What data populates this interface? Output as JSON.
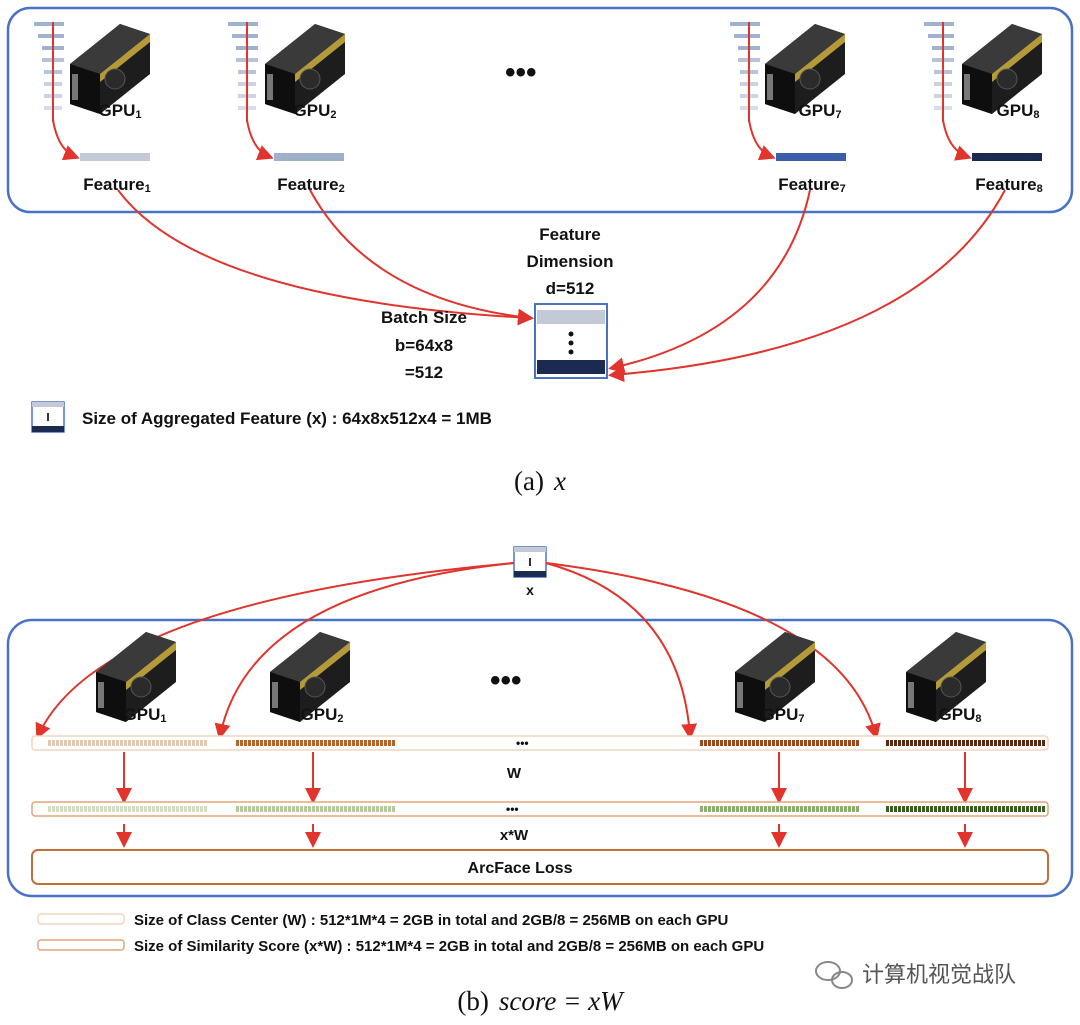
{
  "panel_a": {
    "gpus": [
      {
        "label": "GPU",
        "sub": "1",
        "feature": "Feature",
        "feature_sub": "1",
        "feature_color": "#c3cad6"
      },
      {
        "label": "GPU",
        "sub": "2",
        "feature": "Feature",
        "feature_sub": "2",
        "feature_color": "#9fb0c9"
      },
      {
        "label": "GPU",
        "sub": "7",
        "feature": "Feature",
        "feature_sub": "7",
        "feature_color": "#3a5ea8"
      },
      {
        "label": "GPU",
        "sub": "8",
        "feature": "Feature",
        "feature_sub": "8",
        "feature_color": "#1a2a50"
      }
    ],
    "ellipsis": "•••",
    "feature_dimension": [
      "Feature",
      "Dimension",
      "d=512"
    ],
    "batch_size": [
      "Batch Size",
      "b=64x8",
      "=512"
    ],
    "legend_text": "Size of Aggregated Feature (x) : 64x8x512x4 = 1MB",
    "caption_prefix": "(a)",
    "caption_math": "x"
  },
  "panel_b": {
    "x_label": "x",
    "gpus": [
      {
        "label": "GPU",
        "sub": "1",
        "w_color": "#e0c9b4",
        "s_color": "#d1dcc0"
      },
      {
        "label": "GPU",
        "sub": "2",
        "w_color": "#b5652b",
        "s_color": "#b5c99d"
      },
      {
        "label": "GPU",
        "sub": "7",
        "w_color": "#9b4b1e",
        "s_color": "#8fae6e"
      },
      {
        "label": "GPU",
        "sub": "8",
        "w_color": "#5c2a10",
        "s_color": "#3d5e22"
      }
    ],
    "ellipsis": "•••",
    "w_label": "W",
    "xw_label": "x*W",
    "loss_label": "ArcFace Loss",
    "legend_w": "Size of Class Center (W) : 512*1M*4 = 2GB in total and 2GB/8 = 256MB  on each GPU",
    "legend_s": "Size of Similarity Score (x*W) : 512*1M*4 = 2GB in total and 2GB/8 = 256MB on each GPU",
    "caption_prefix": "(b)",
    "caption_math": "score = xW"
  },
  "watermark": "计算机视觉战队",
  "colors": {
    "frame": "#4a72c4",
    "arrow": "#e0342c",
    "loss_border": "#c0703a"
  }
}
